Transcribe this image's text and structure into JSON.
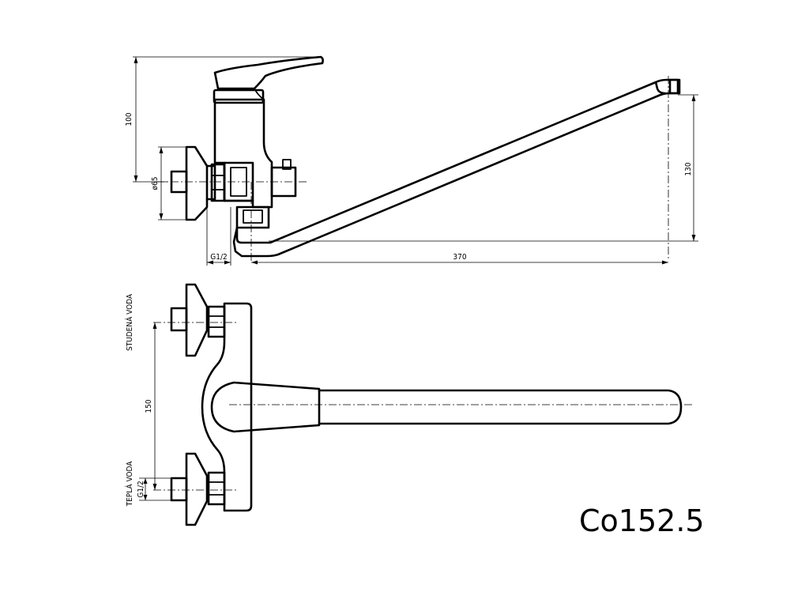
{
  "side_view": {
    "height_dim": "100",
    "diameter_dim": "ø65",
    "thread_dim": "G1/2",
    "spout_length_dim": "370",
    "spout_height_dim": "130"
  },
  "top_view": {
    "cold_label": "STUDENÁ VODA",
    "hot_label": "TEPLÁ VODA",
    "spacing_dim": "150",
    "thread_dim": "G1/2"
  },
  "model": "Co152.5"
}
